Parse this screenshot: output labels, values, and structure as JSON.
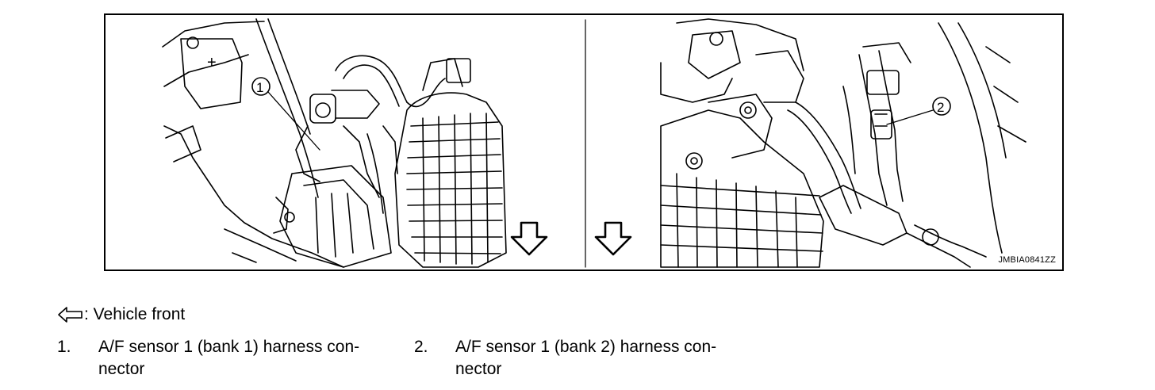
{
  "figure": {
    "code": "JMBIA0841ZZ",
    "callouts": [
      "1",
      "2"
    ]
  },
  "legend": {
    "vehicle_front": ": Vehicle front"
  },
  "items": [
    {
      "number": "1.",
      "line1": "A/F sensor 1 (bank 1) harness con-",
      "line2": "nector"
    },
    {
      "number": "2.",
      "line1": "A/F sensor 1 (bank 2) harness con-",
      "line2": "nector"
    }
  ]
}
